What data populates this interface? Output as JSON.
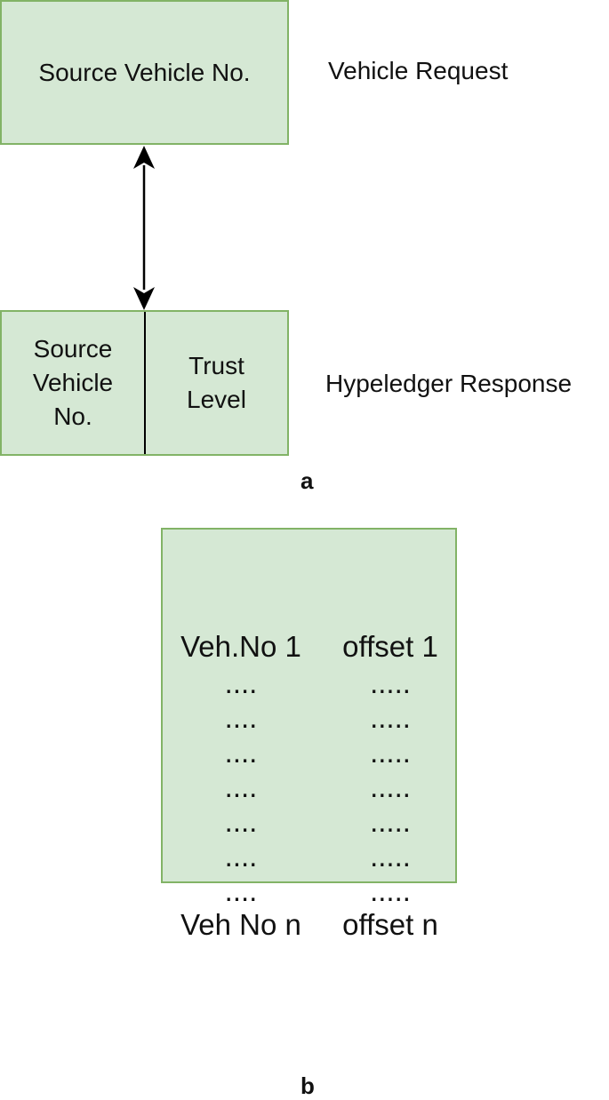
{
  "diagram_a": {
    "request_box": "Source Vehicle No.",
    "request_label": "Vehicle Request",
    "response_left": [
      "Source",
      "Vehicle",
      "No."
    ],
    "response_right": [
      "Trust",
      "Level"
    ],
    "response_label": "Hypeledger Response",
    "caption": "a"
  },
  "diagram_b": {
    "rows": [
      {
        "left": "Veh.No 1",
        "right": "offset 1"
      },
      {
        "left": "....",
        "right": "....."
      },
      {
        "left": "....",
        "right": "....."
      },
      {
        "left": "....",
        "right": "....."
      },
      {
        "left": "....",
        "right": "....."
      },
      {
        "left": "....",
        "right": "....."
      },
      {
        "left": "....",
        "right": "....."
      },
      {
        "left": "....",
        "right": "....."
      },
      {
        "left": "Veh No n",
        "right": "offset n"
      }
    ],
    "caption": "b"
  }
}
